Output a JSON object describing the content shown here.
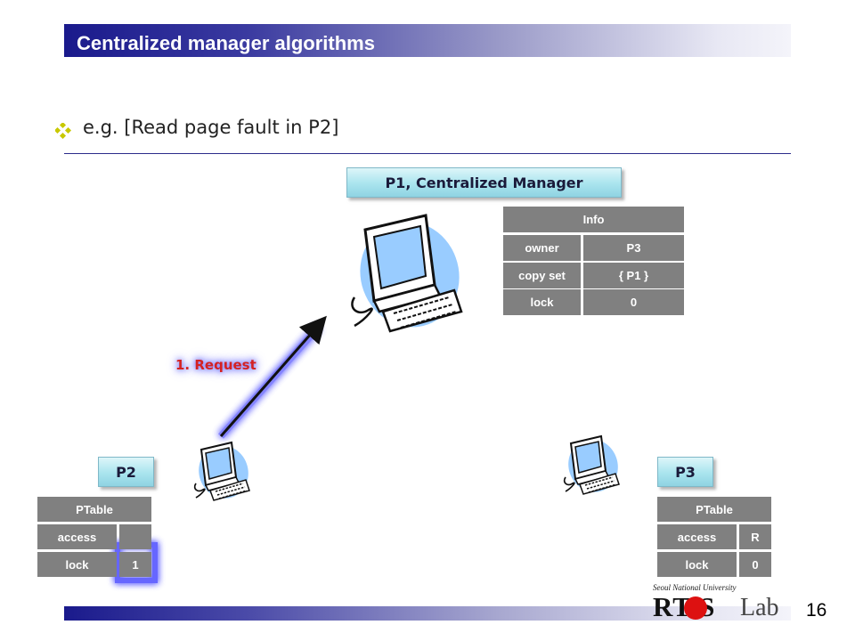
{
  "slide": {
    "title": "Centralized manager algorithms",
    "bullet": "e.g. [Read page fault in P2]",
    "page_number": "16"
  },
  "manager": {
    "label": "P1, Centralized Manager",
    "info_header": "Info",
    "rows": [
      {
        "key": "owner",
        "value": "P3"
      },
      {
        "key": "copy set",
        "value": "{ P1 }"
      },
      {
        "key": "lock",
        "value": "0"
      }
    ]
  },
  "p2": {
    "label": "P2",
    "table_header": "PTable",
    "rows": [
      {
        "key": "access",
        "value": ""
      },
      {
        "key": "lock",
        "value": "1"
      }
    ]
  },
  "p3": {
    "label": "P3",
    "table_header": "PTable",
    "rows": [
      {
        "key": "access",
        "value": "R"
      },
      {
        "key": "lock",
        "value": "0"
      }
    ]
  },
  "arrow": {
    "label": "1. Request"
  },
  "logo": {
    "university": "Seoul National University",
    "name": "RT S",
    "suffix": "Lab"
  },
  "colors": {
    "title_bar": "#1a1a8c",
    "table_cell": "#808080",
    "request_text": "#d42222",
    "node_label": "#a9e4ee",
    "highlight_glow": "#6666ff"
  },
  "icons": [
    "diamond-bullet-icon",
    "computer-icon",
    "arrow-icon"
  ]
}
